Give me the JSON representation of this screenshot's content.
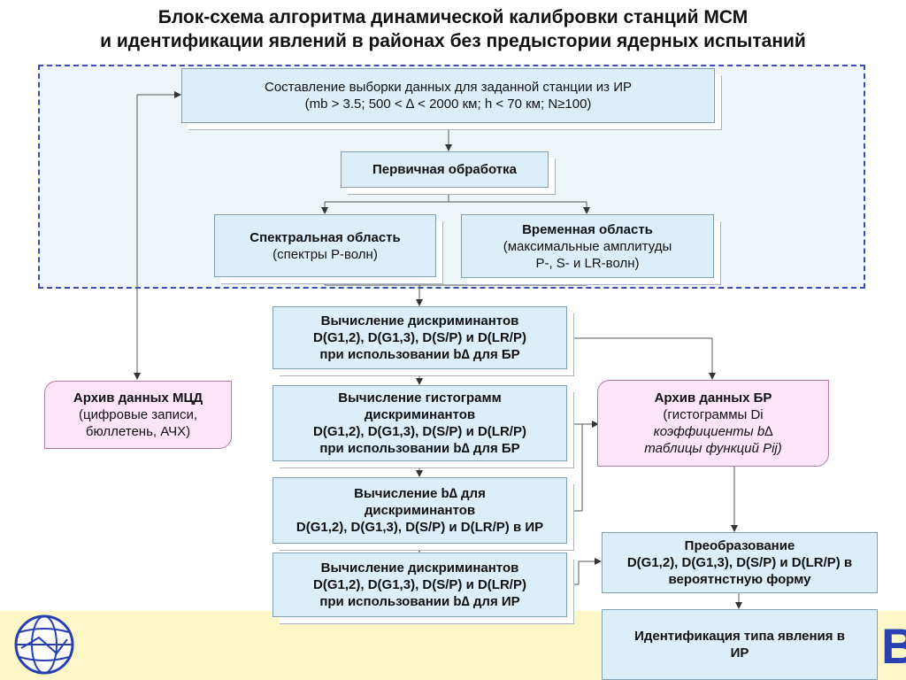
{
  "title": {
    "line1": "Блок-схема алгоритма динамической калибровки станций МСМ",
    "line2": "и идентификации явлений в районах без предыстории ядерных испытаний"
  },
  "diagram": {
    "sample": {
      "line1": "Составление выборки данных для заданной станции из ИР",
      "line2": "(mb > 3.5; 500 < ∆ < 2000 км; h < 70 км; N≥100)"
    },
    "primary": {
      "label": "Первичная обработка"
    },
    "spectral": {
      "line1": "Спектральная область",
      "line2": "(спектры P-волн)"
    },
    "temporal": {
      "line1": "Временная область",
      "line2": "(максимальные амплитуды",
      "line3": "P-, S- и LR-волн)"
    },
    "disc_br": {
      "line1": "Вычисление дискриминантов",
      "line2": "D(G1,2), D(G1,3), D(S/P) и D(LR/P)",
      "line3": "при использовании b∆ для БР"
    },
    "hist": {
      "line1": "Вычисление гистограмм",
      "line2": "дискриминантов",
      "line3": "D(G1,2), D(G1,3), D(S/P) и D(LR/P)",
      "line4": "при использовании b∆ для БР"
    },
    "bdelta": {
      "line1": "Вычисление b∆ для",
      "line2": "дискриминантов",
      "line3": "D(G1,2), D(G1,3), D(S/P) и D(LR/P) в ИР"
    },
    "disc_ir": {
      "line1": "Вычисление дискриминантов",
      "line2": "D(G1,2), D(G1,3), D(S/P) и D(LR/P)",
      "line3": "при использовании b∆ для ИР"
    },
    "archive_mcd": {
      "line1": "Архив данных МЦД",
      "line2": "(цифровые записи,",
      "line3": "бюллетень, АЧХ)"
    },
    "archive_br": {
      "line1": "Архив данных БР",
      "line2": "(гистограммы Di",
      "line3": "коэффициенты b∆",
      "line4": "таблицы функций Pij)"
    },
    "transform": {
      "line1": "Преобразование",
      "line2": "D(G1,2), D(G1,3), D(S/P) и D(LR/P) в",
      "line3": "вероятнстную форму"
    },
    "identify": {
      "line1": "Идентификация типа явления в",
      "line2": "ИР"
    }
  },
  "colors": {
    "box_fill": "#dbeefa",
    "archive_fill": "#fde4f6",
    "dashed_border": "#3b4cb8",
    "band": "#fdf6c7"
  },
  "icons": {
    "logo": "globe-logo-icon"
  }
}
